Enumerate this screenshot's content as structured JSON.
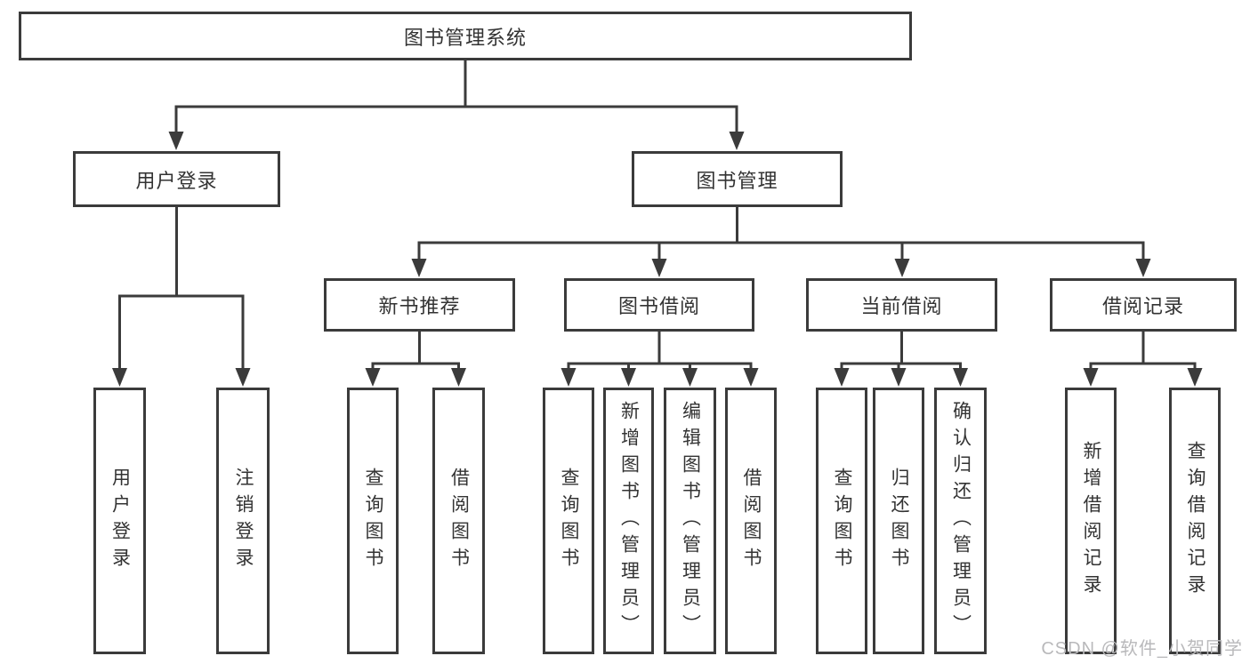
{
  "tree": {
    "root": "图书管理系统",
    "branches": [
      {
        "label": "用户登录",
        "children": [
          "用户登录",
          "注销登录"
        ]
      },
      {
        "label": "图书管理",
        "children": [
          {
            "label": "新书推荐",
            "children": [
              "查询图书",
              "借阅图书"
            ]
          },
          {
            "label": "图书借阅",
            "children": [
              "查询图书",
              "新增图书（管理员）",
              "编辑图书（管理员）",
              "借阅图书"
            ]
          },
          {
            "label": "当前借阅",
            "children": [
              "查询图书",
              "归还图书",
              "确认归还（管理员）"
            ]
          },
          {
            "label": "借阅记录",
            "children": [
              "新增借阅记录",
              "查询借阅记录"
            ]
          }
        ]
      }
    ]
  },
  "watermark": "CSDN @软件_小贺同学",
  "colors": {
    "line": "#3b3b3b",
    "text": "#333333",
    "background": "#ffffff",
    "watermark": "#b9b9bb"
  }
}
